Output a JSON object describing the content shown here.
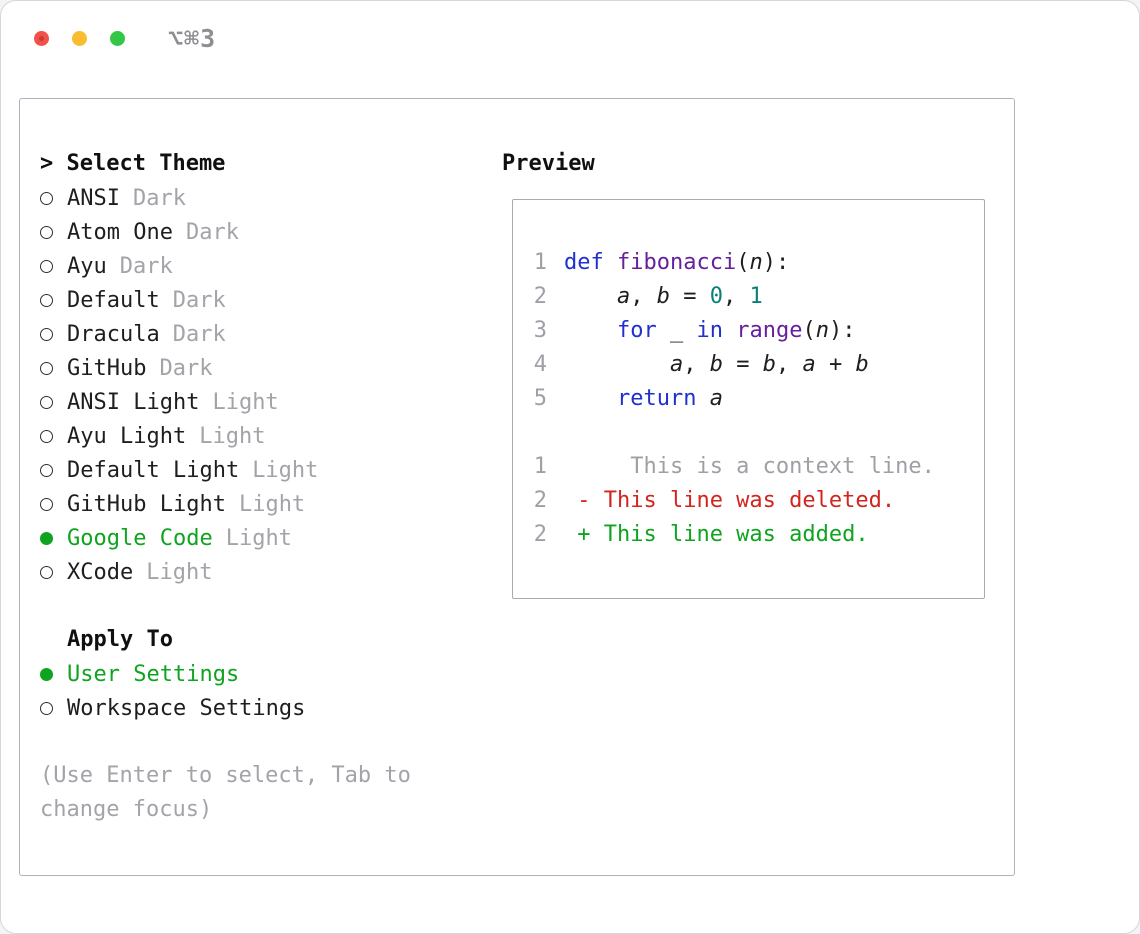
{
  "window": {
    "shortcut": "⌥⌘3"
  },
  "theme_list": {
    "title": "> Select Theme",
    "items": [
      {
        "name": "ANSI",
        "variant": "Dark",
        "selected": false
      },
      {
        "name": "Atom One",
        "variant": "Dark",
        "selected": false
      },
      {
        "name": "Ayu",
        "variant": "Dark",
        "selected": false
      },
      {
        "name": "Default",
        "variant": "Dark",
        "selected": false
      },
      {
        "name": "Dracula",
        "variant": "Dark",
        "selected": false
      },
      {
        "name": "GitHub",
        "variant": "Dark",
        "selected": false
      },
      {
        "name": "ANSI Light",
        "variant": "Light",
        "selected": false
      },
      {
        "name": "Ayu Light",
        "variant": "Light",
        "selected": false
      },
      {
        "name": "Default Light",
        "variant": "Light",
        "selected": false
      },
      {
        "name": "GitHub Light",
        "variant": "Light",
        "selected": false
      },
      {
        "name": "Google Code",
        "variant": "Light",
        "selected": true
      },
      {
        "name": "XCode",
        "variant": "Light",
        "selected": false
      }
    ]
  },
  "apply_to": {
    "title": "Apply To",
    "options": [
      {
        "label": "User Settings",
        "selected": true
      },
      {
        "label": "Workspace Settings",
        "selected": false
      }
    ]
  },
  "hint": "(Use Enter to select, Tab to change focus)",
  "preview": {
    "title": "Preview",
    "code_lines": [
      {
        "num": "1",
        "tokens": [
          [
            "kw",
            "def"
          ],
          [
            "pln",
            " "
          ],
          [
            "fn",
            "fibonacci"
          ],
          [
            "pln",
            "("
          ],
          [
            "var",
            "n"
          ],
          [
            "pln",
            "):"
          ]
        ]
      },
      {
        "num": "2",
        "tokens": [
          [
            "pln",
            "    "
          ],
          [
            "var",
            "a"
          ],
          [
            "pln",
            ", "
          ],
          [
            "var",
            "b"
          ],
          [
            "pln",
            " = "
          ],
          [
            "lit",
            "0"
          ],
          [
            "pln",
            ", "
          ],
          [
            "lit",
            "1"
          ]
        ]
      },
      {
        "num": "3",
        "tokens": [
          [
            "pln",
            "    "
          ],
          [
            "kw",
            "for"
          ],
          [
            "pln",
            " _ "
          ],
          [
            "kw",
            "in"
          ],
          [
            "pln",
            " "
          ],
          [
            "fn",
            "range"
          ],
          [
            "pln",
            "("
          ],
          [
            "var",
            "n"
          ],
          [
            "pln",
            "):"
          ]
        ]
      },
      {
        "num": "4",
        "tokens": [
          [
            "pln",
            "        "
          ],
          [
            "var",
            "a"
          ],
          [
            "pln",
            ", "
          ],
          [
            "var",
            "b"
          ],
          [
            "pln",
            " = "
          ],
          [
            "var",
            "b"
          ],
          [
            "pln",
            ", "
          ],
          [
            "var",
            "a"
          ],
          [
            "pln",
            " + "
          ],
          [
            "var",
            "b"
          ]
        ]
      },
      {
        "num": "5",
        "tokens": [
          [
            "pln",
            "    "
          ],
          [
            "kw",
            "return"
          ],
          [
            "pln",
            " "
          ],
          [
            "var",
            "a"
          ]
        ]
      }
    ],
    "diff_lines": [
      {
        "num": "1",
        "type": "context",
        "text": "     This is a context line."
      },
      {
        "num": "2",
        "type": "deleted",
        "text": " - This line was deleted."
      },
      {
        "num": "2",
        "type": "added",
        "text": " + This line was added."
      }
    ]
  },
  "colors": {
    "accent_green": "#0fa41f",
    "keyword_blue": "#2030d0",
    "function_purple": "#66209e",
    "literal_teal": "#0b7f77",
    "deleted_red": "#d2251d",
    "muted_gray": "#a3a3a9"
  }
}
